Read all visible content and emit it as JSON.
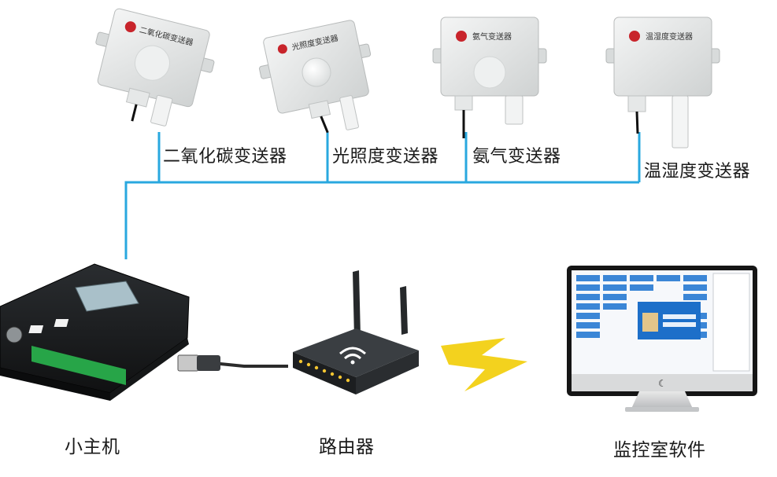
{
  "sensors": [
    {
      "id": "co2",
      "label": "二氧化碳变送器",
      "panel_text": "二氧化碳变送器"
    },
    {
      "id": "light",
      "label": "光照度变送器",
      "panel_text": "光照度变送器"
    },
    {
      "id": "ammonia",
      "label": "氨气变送器",
      "panel_text": "氨气变送器"
    },
    {
      "id": "humidity",
      "label": "温湿度变送器",
      "panel_text": "温湿度变送器"
    }
  ],
  "devices": {
    "host": {
      "label": "小主机"
    },
    "router": {
      "label": "路由器"
    },
    "monitor": {
      "label": "监控室软件"
    }
  },
  "colors": {
    "bus": "#29a8df",
    "enclosure": "#e4e6e6",
    "host_body": "#1d1f21",
    "terminal_green": "#27a548",
    "lightning": "#f3d21e",
    "router_body": "#2d3033",
    "screen_accent": "#1d6fc9"
  }
}
